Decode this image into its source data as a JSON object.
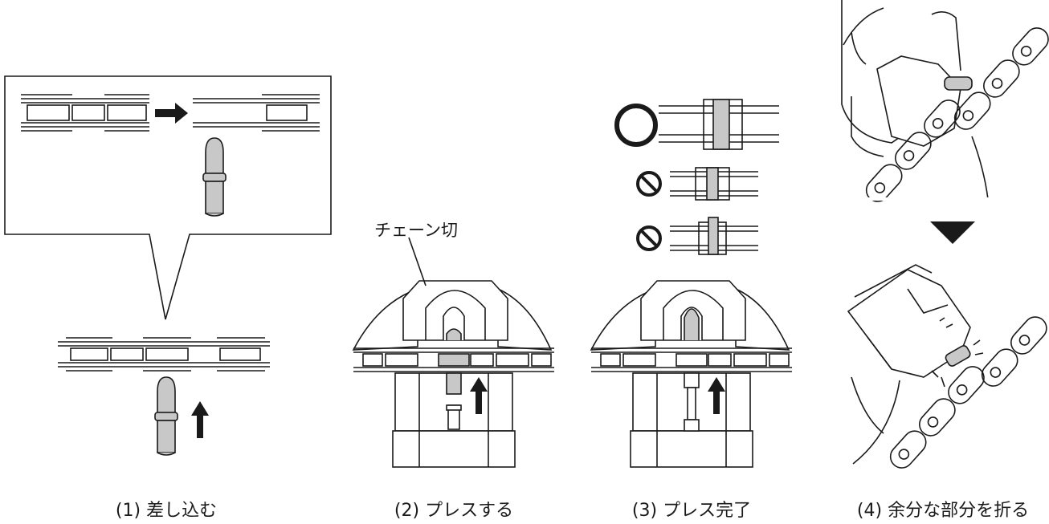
{
  "captions": {
    "step1": "(1) 差し込む",
    "step2": "(2) プレスする",
    "step3": "(3) プレス完了",
    "step4": "(4) 余分な部分を折る"
  },
  "callouts": {
    "chain_tool": "チェーン切"
  },
  "symbols": {
    "ok": "correct-circle-icon",
    "ng": "prohibited-icon"
  },
  "colors": {
    "line": "#1a1a1a",
    "pin_fill": "#c8c8c8",
    "arrow": "#1a1a1a"
  }
}
